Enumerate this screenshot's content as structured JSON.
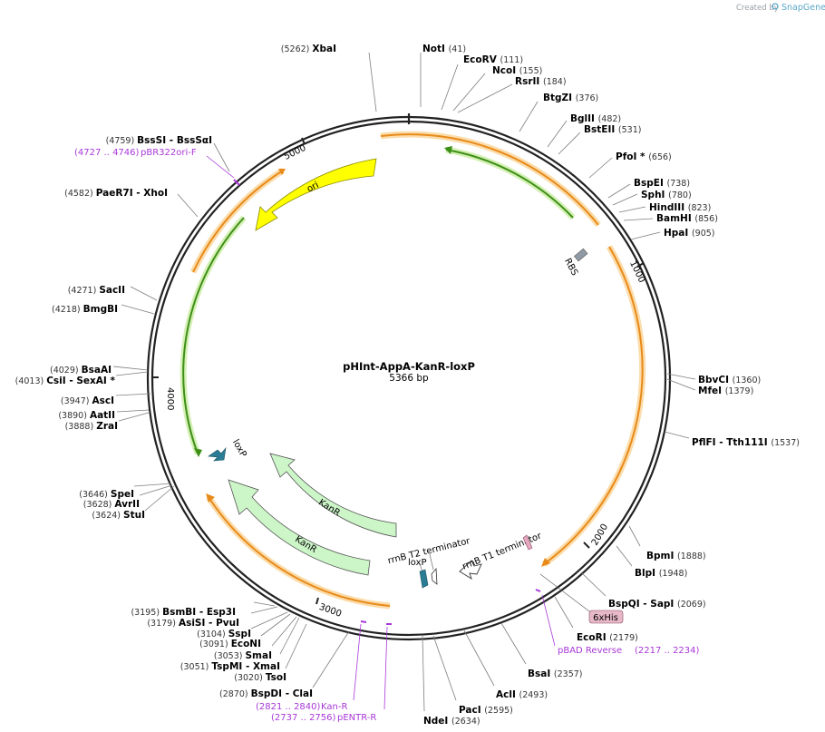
{
  "credit": {
    "prefix": "Created by",
    "brand": "SnapGene"
  },
  "plasmid": {
    "name": "pHInt-AppA-KanR-loxP",
    "size_label": "5366 bp",
    "length": 5366
  },
  "ticks": [
    "1000",
    "2000",
    "3000",
    "4000",
    "5000"
  ],
  "sites": [
    {
      "name": "XbaI",
      "pos": "(5262)",
      "side": "L"
    },
    {
      "name": "NotI",
      "pos": "(41)",
      "side": "R"
    },
    {
      "name": "EcoRV",
      "pos": "(111)",
      "side": "R"
    },
    {
      "name": "NcoI",
      "pos": "(155)",
      "side": "R"
    },
    {
      "name": "RsrII",
      "pos": "(184)",
      "side": "R"
    },
    {
      "name": "BtgZI",
      "pos": "(376)",
      "side": "R"
    },
    {
      "name": "BglII",
      "pos": "(482)",
      "side": "R"
    },
    {
      "name": "BstEII",
      "pos": "(531)",
      "side": "R"
    },
    {
      "name": "PfoI *",
      "pos": "(656)",
      "side": "R"
    },
    {
      "name": "BspEI",
      "pos": "(738)",
      "side": "R"
    },
    {
      "name": "SphI",
      "pos": "(780)",
      "side": "R"
    },
    {
      "name": "HindIII",
      "pos": "(823)",
      "side": "R"
    },
    {
      "name": "BamHI",
      "pos": "(856)",
      "side": "R"
    },
    {
      "name": "HpaI",
      "pos": "(905)",
      "side": "R"
    },
    {
      "name": "BbvCI",
      "pos": "(1360)",
      "side": "R"
    },
    {
      "name": "MfeI",
      "pos": "(1379)",
      "side": "R"
    },
    {
      "name": "PflFI - Tth111I",
      "pos": "(1537)",
      "side": "R"
    },
    {
      "name": "BpmI",
      "pos": "(1888)",
      "side": "R"
    },
    {
      "name": "BlpI",
      "pos": "(1948)",
      "side": "R"
    },
    {
      "name": "BspQI - SapI",
      "pos": "(2069)",
      "side": "R"
    },
    {
      "name": "EcoRI",
      "pos": "(2179)",
      "side": "R"
    },
    {
      "name": "BsaI",
      "pos": "(2357)",
      "side": "R"
    },
    {
      "name": "AclI",
      "pos": "(2493)",
      "side": "R"
    },
    {
      "name": "PacI",
      "pos": "(2595)",
      "side": "R"
    },
    {
      "name": "NdeI",
      "pos": "(2634)",
      "side": "R"
    },
    {
      "name": "BspDI - ClaI",
      "pos": "(2870)",
      "side": "L"
    },
    {
      "name": "TsoI",
      "pos": "(3020)",
      "side": "L"
    },
    {
      "name": "TspMI - XmaI",
      "pos": "(3051)",
      "side": "L"
    },
    {
      "name": "SmaI",
      "pos": "(3053)",
      "side": "L"
    },
    {
      "name": "EcoNI",
      "pos": "(3091)",
      "side": "L"
    },
    {
      "name": "SspI",
      "pos": "(3104)",
      "side": "L"
    },
    {
      "name": "AsiSI - PvuI",
      "pos": "(3179)",
      "side": "L"
    },
    {
      "name": "BsmBI - Esp3I",
      "pos": "(3195)",
      "side": "L"
    },
    {
      "name": "StuI",
      "pos": "(3624)",
      "side": "L"
    },
    {
      "name": "AvrII",
      "pos": "(3628)",
      "side": "L"
    },
    {
      "name": "SpeI",
      "pos": "(3646)",
      "side": "L"
    },
    {
      "name": "ZraI",
      "pos": "(3888)",
      "side": "L"
    },
    {
      "name": "AatII",
      "pos": "(3890)",
      "side": "L"
    },
    {
      "name": "AscI",
      "pos": "(3947)",
      "side": "L"
    },
    {
      "name": "CsiI - SexAI *",
      "pos": "(4013)",
      "side": "L"
    },
    {
      "name": "BsaAI",
      "pos": "(4029)",
      "side": "L"
    },
    {
      "name": "BmgBI",
      "pos": "(4218)",
      "side": "L"
    },
    {
      "name": "SacII",
      "pos": "(4271)",
      "side": "L"
    },
    {
      "name": "PaeR7I - XhoI",
      "pos": "(4582)",
      "side": "L"
    },
    {
      "name": "BssSI - BssSαI",
      "pos": "(4759)",
      "side": "L"
    }
  ],
  "primers": [
    {
      "name": "pBR322ori-F",
      "range": "(4727 .. 4746)"
    },
    {
      "name": "pBAD Reverse",
      "range": "(2217 .. 2234)"
    },
    {
      "name": "Kan-R",
      "range": "(2821 .. 2840)"
    },
    {
      "name": "pENTR-R",
      "range": "(2737 .. 2756)"
    }
  ],
  "features": {
    "ori": "ori",
    "rbs": "RBS",
    "loxp_left": "loxP",
    "kanr_inner": "KanR",
    "kanr_outer": "KanR",
    "rrnb_t2": "rrnB T2 terminator",
    "rrnb_t1": "rrnB T1 terminator",
    "loxp_bottom": "loxP",
    "his_tag": "6xHis"
  },
  "colors": {
    "backbone": "#222222",
    "orange_orf": "#e88a1a",
    "orange_glow": "#fbdcaa",
    "green_orf": "#3e8f18",
    "green_glow": "#d4f0b4",
    "ori": "#ffff00",
    "kanr": "#ccf5c8",
    "loxp": "#2a7d94",
    "rbs": "#909aa4",
    "his": "#e6b8c8",
    "primer": "#a838d8"
  }
}
